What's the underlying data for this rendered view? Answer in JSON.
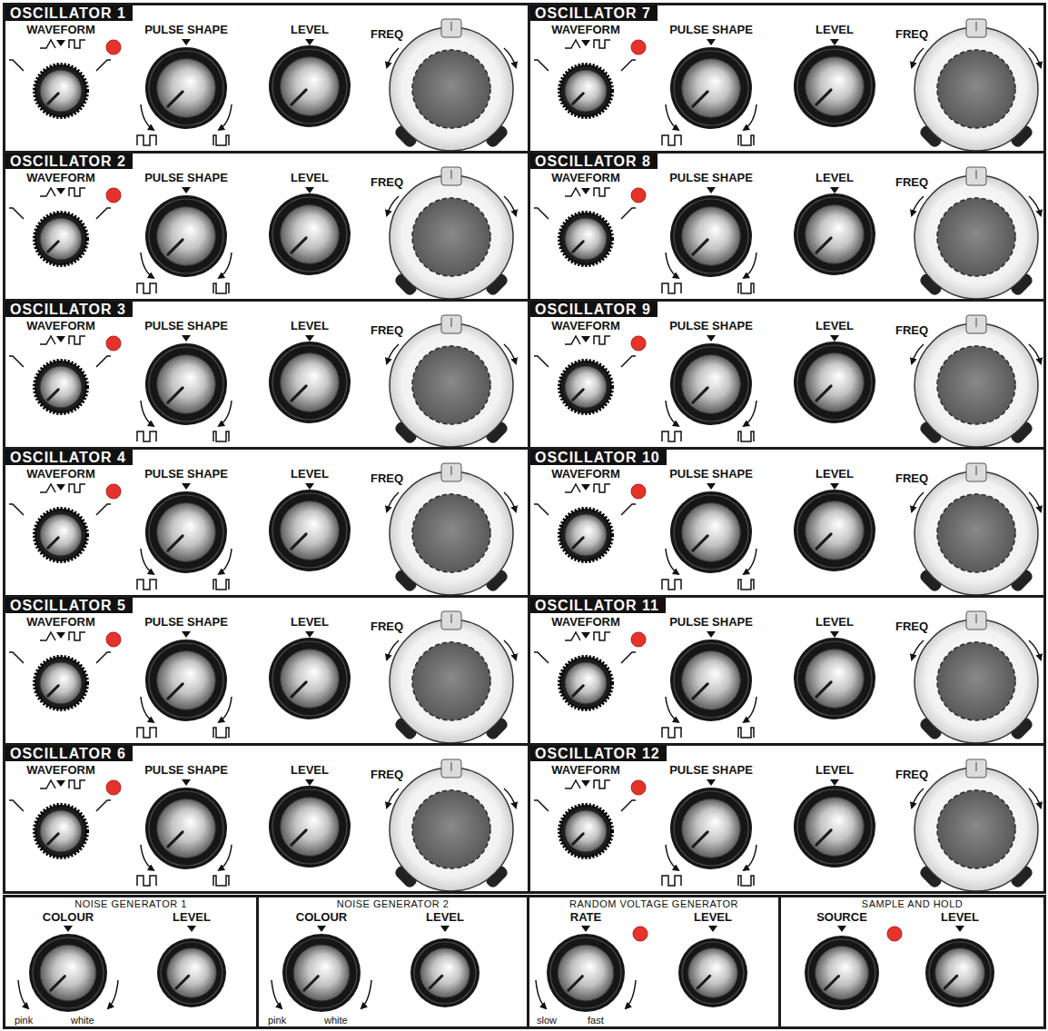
{
  "diagram": {
    "nodes": [
      {
        "text": [
          "OSCILLATOR 1",
          "WAVEFORM",
          "PULSE SHAPE",
          "LEVEL",
          "FREQ"
        ]
      },
      {
        "text": [
          "OSCILLATOR 7",
          "WAVEFORM",
          "PULSE SHAPE",
          "LEVEL",
          "FREQ"
        ]
      },
      {
        "text": [
          "OSCILLATOR 2",
          "WAVEFORM",
          "PULSE SHAPE",
          "LEVEL",
          "FREQ"
        ]
      },
      {
        "text": [
          "OSCILLATOR 8",
          "WAVEFORM",
          "PULSE SHAPE",
          "LEVEL",
          "FREQ"
        ]
      },
      {
        "text": [
          "OSCILLATOR 3",
          "WAVEFORM",
          "PULSE SHAPE",
          "LEVEL",
          "FREQ"
        ]
      },
      {
        "text": [
          "OSCILLATOR 9",
          "WAVEFORM",
          "PULSE SHAPE",
          "LEVEL",
          "FREQ"
        ]
      },
      {
        "text": [
          "OSCILLATOR 4",
          "WAVEFORM",
          "PULSE SHAPE",
          "LEVEL",
          "FREQ"
        ]
      },
      {
        "text": [
          "OSCILLATOR 10",
          "WAVEFORM",
          "PULSE SHAPE",
          "LEVEL",
          "FREQ"
        ]
      },
      {
        "text": [
          "OSCILLATOR 5",
          "WAVEFORM",
          "PULSE SHAPE",
          "LEVEL",
          "FREQ"
        ]
      },
      {
        "text": [
          "OSCILLATOR 11",
          "WAVEFORM",
          "PULSE SHAPE",
          "LEVEL",
          "FREQ"
        ]
      },
      {
        "text": [
          "OSCILLATOR 6",
          "WAVEFORM",
          "PULSE SHAPE",
          "LEVEL",
          "FREQ"
        ]
      },
      {
        "text": [
          "OSCILLATOR 12",
          "WAVEFORM",
          "PULSE SHAPE",
          "LEVEL",
          "FREQ"
        ]
      },
      {
        "text": [
          "NOISE GENERATOR 1",
          "COLOUR",
          "LEVEL",
          "pink",
          "white"
        ]
      },
      {
        "text": [
          "NOISE GENERATOR 2",
          "COLOUR",
          "LEVEL",
          "pink",
          "white"
        ]
      },
      {
        "text": [
          "RANDOM VOLTAGE GENERATOR",
          "RATE",
          "LEVEL",
          "slow",
          "fast"
        ]
      },
      {
        "text": [
          "SAMPLE AND HOLD",
          "SOURCE",
          "LEVEL"
        ]
      }
    ]
  }
}
